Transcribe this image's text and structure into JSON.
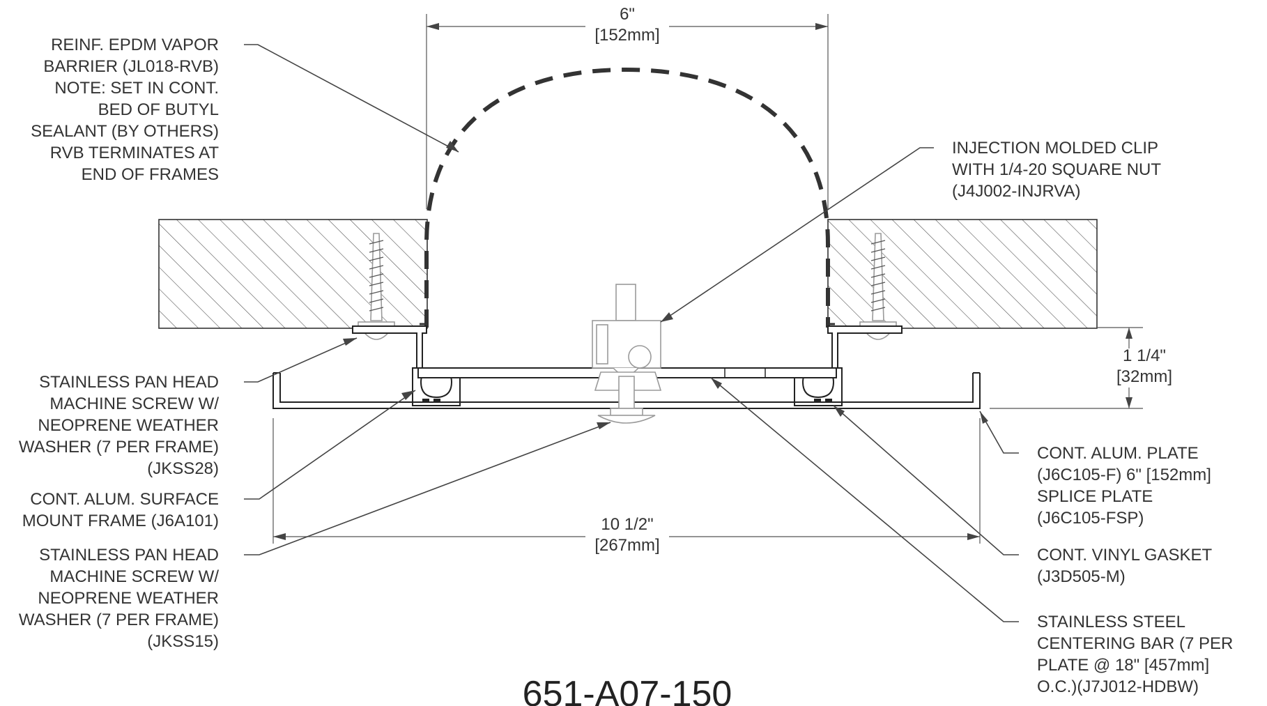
{
  "labels": {
    "vapor_barrier": [
      "REINF. EPDM VAPOR",
      "BARRIER (JL018-RVB)",
      "NOTE: SET IN CONT.",
      "BED OF BUTYL",
      "SEALANT (BY OTHERS)",
      "RVB TERMINATES AT",
      "END OF FRAMES"
    ],
    "clip": [
      "INJECTION MOLDED CLIP",
      "WITH 1/4-20 SQUARE NUT",
      "(J4J002-INJRVA)"
    ],
    "screw_28": [
      "STAINLESS PAN HEAD",
      "MACHINE SCREW W/",
      "NEOPRENE WEATHER",
      "WASHER (7 PER FRAME)",
      "(JKSS28)"
    ],
    "surface_frame": [
      "CONT. ALUM. SURFACE",
      "MOUNT FRAME (J6A101)"
    ],
    "screw_15": [
      "STAINLESS PAN HEAD",
      "MACHINE SCREW W/",
      "NEOPRENE WEATHER",
      "WASHER (7 PER FRAME)",
      "(JKSS15)"
    ],
    "alum_plate": [
      "CONT. ALUM. PLATE",
      "(J6C105-F) 6\" [152mm]",
      "SPLICE PLATE",
      "(J6C105-FSP)"
    ],
    "vinyl_gasket": [
      "CONT. VINYL GASKET",
      "(J3D505-M)"
    ],
    "centering_bar": [
      "STAINLESS STEEL",
      "CENTERING BAR (7 PER",
      "PLATE @ 18\" [457mm]",
      "O.C.)(J7J012-HDBW)"
    ]
  },
  "dimensions": {
    "top_width": [
      "6\"",
      "[152mm]"
    ],
    "overall_width": [
      "10 1/2\"",
      "[267mm]"
    ],
    "height": [
      "1 1/4\"",
      "[32mm]"
    ]
  },
  "title": "651-A07-150"
}
